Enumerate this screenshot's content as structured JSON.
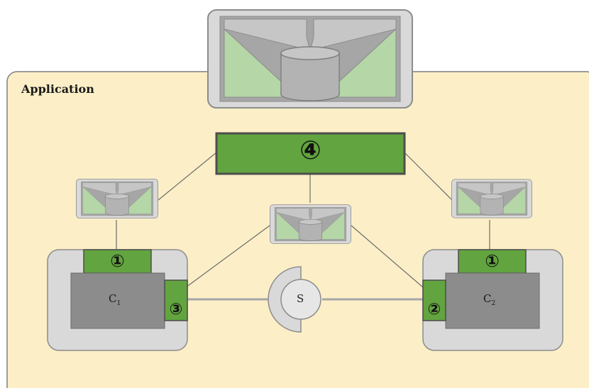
{
  "container": {
    "label": "Application"
  },
  "central_component": {
    "label": "④"
  },
  "clients": [
    {
      "letter": "C",
      "sub": "1",
      "top_label": "①",
      "side_label": "③"
    },
    {
      "letter": "C",
      "sub": "2",
      "top_label": "①",
      "side_label": "②"
    }
  ],
  "server": {
    "label": "S"
  },
  "colors": {
    "app_bg": "#fcefc7",
    "green": "#62a43f",
    "light_green": "#b5d6a7",
    "gray_panel": "#d9d9d9",
    "dark_gray": "#8c8c8c",
    "cylinder": "#b3b3b3"
  }
}
